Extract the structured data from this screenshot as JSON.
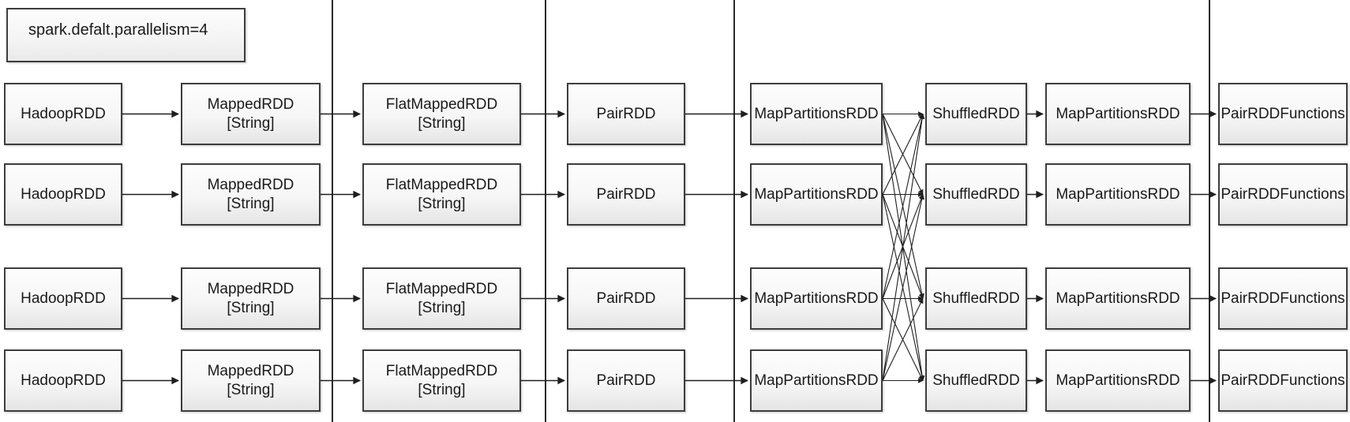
{
  "config_box": {
    "text": "spark.defalt.parallelism=4"
  },
  "diagram": {
    "type": "spark-rdd-lineage-dag",
    "parallelism": 4,
    "stage_columns": [
      "HadoopRDD",
      "MappedRDD [String]",
      "FlatMappedRDD [String]",
      "PairRDD",
      "MapPartitionsRDD",
      "ShuffledRDD",
      "MapPartitionsRDD",
      "PairRDDFunctions"
    ],
    "lanes": [
      {
        "partition": 1,
        "nodes": [
          {
            "label": "HadoopRDD",
            "sublabel": ""
          },
          {
            "label": "MappedRDD",
            "sublabel": "[String]"
          },
          {
            "label": "FlatMappedRDD",
            "sublabel": "[String]"
          },
          {
            "label": "PairRDD",
            "sublabel": ""
          },
          {
            "label": "MapPartitionsRDD",
            "sublabel": ""
          },
          {
            "label": "ShuffledRDD",
            "sublabel": ""
          },
          {
            "label": "MapPartitionsRDD",
            "sublabel": ""
          },
          {
            "label": "PairRDDFunctions",
            "sublabel": ""
          }
        ]
      },
      {
        "partition": 2,
        "nodes": [
          {
            "label": "HadoopRDD",
            "sublabel": ""
          },
          {
            "label": "MappedRDD",
            "sublabel": "[String]"
          },
          {
            "label": "FlatMappedRDD",
            "sublabel": "[String]"
          },
          {
            "label": "PairRDD",
            "sublabel": ""
          },
          {
            "label": "MapPartitionsRDD",
            "sublabel": ""
          },
          {
            "label": "ShuffledRDD",
            "sublabel": ""
          },
          {
            "label": "MapPartitionsRDD",
            "sublabel": ""
          },
          {
            "label": "PairRDDFunctions",
            "sublabel": ""
          }
        ]
      },
      {
        "partition": 3,
        "nodes": [
          {
            "label": "HadoopRDD",
            "sublabel": ""
          },
          {
            "label": "MappedRDD",
            "sublabel": "[String]"
          },
          {
            "label": "FlatMappedRDD",
            "sublabel": "[String]"
          },
          {
            "label": "PairRDD",
            "sublabel": ""
          },
          {
            "label": "MapPartitionsRDD",
            "sublabel": ""
          },
          {
            "label": "ShuffledRDD",
            "sublabel": ""
          },
          {
            "label": "MapPartitionsRDD",
            "sublabel": ""
          },
          {
            "label": "PairRDDFunctions",
            "sublabel": ""
          }
        ]
      },
      {
        "partition": 4,
        "nodes": [
          {
            "label": "HadoopRDD",
            "sublabel": ""
          },
          {
            "label": "MappedRDD",
            "sublabel": "[String]"
          },
          {
            "label": "FlatMappedRDD",
            "sublabel": "[String]"
          },
          {
            "label": "PairRDD",
            "sublabel": ""
          },
          {
            "label": "MapPartitionsRDD",
            "sublabel": ""
          },
          {
            "label": "ShuffledRDD",
            "sublabel": ""
          },
          {
            "label": "MapPartitionsRDD",
            "sublabel": ""
          },
          {
            "label": "PairRDDFunctions",
            "sublabel": ""
          }
        ]
      }
    ],
    "shuffle": {
      "from_stage_index": 4,
      "to_stage_index": 5,
      "pattern": "all-to-all",
      "edge_count": 16
    },
    "stage_divider_count": 4,
    "colors": {
      "background": "#ffffff",
      "node_border": "#3d3d3d",
      "node_fill_top": "#fdfdfd",
      "node_fill_bottom": "#e5e5e5",
      "text": "#1a1a1a",
      "edge": "#1f1f1f",
      "divider": "#2a2a2a"
    }
  }
}
